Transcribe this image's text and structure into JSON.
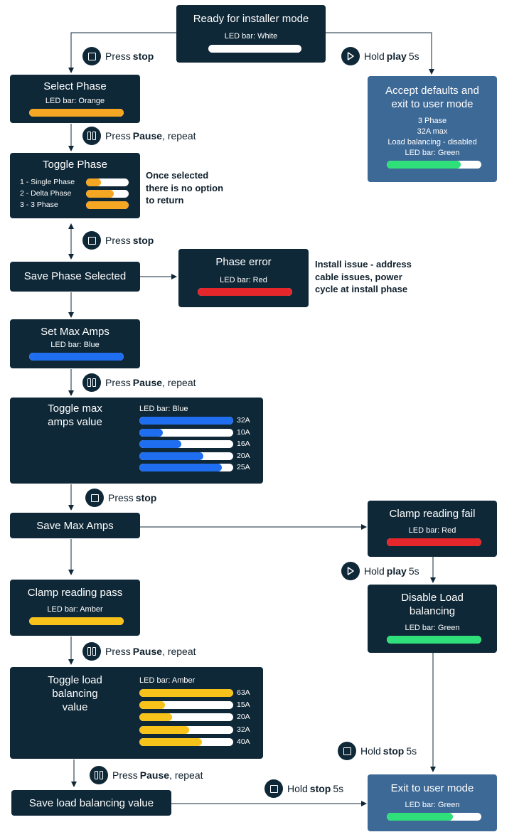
{
  "colors": {
    "white": "#ffffff",
    "orange": "#f5a623",
    "red": "#e5262b",
    "blue": "#1f6ef0",
    "green": "#2fe07a",
    "amber": "#f7c31a",
    "dark": "#0f2837",
    "steel": "#3d6996"
  },
  "ready": {
    "title": "Ready for installer mode",
    "led": "LED bar: White"
  },
  "accept": {
    "title1": "Accept defaults and",
    "title2": "exit to user mode",
    "line1": "3 Phase",
    "line2": "32A max",
    "line3": "Load balancing - disabled",
    "led": "LED bar: Green"
  },
  "select_phase": {
    "title": "Select Phase",
    "led": "LED bar: Orange"
  },
  "toggle_phase": {
    "title": "Toggle Phase",
    "opts": [
      {
        "label": "1 - Single Phase",
        "fill": 0.35
      },
      {
        "label": "2 - Delta Phase",
        "fill": 0.65
      },
      {
        "label": "3 - 3 Phase",
        "fill": 1.0
      }
    ]
  },
  "toggle_note": {
    "l1": "Once selected",
    "l2": "there is no option",
    "l3": "to return"
  },
  "save_phase": {
    "title": "Save Phase Selected"
  },
  "phase_error": {
    "title": "Phase error",
    "led": "LED bar: Red"
  },
  "install_note": {
    "l1": "Install issue - address",
    "l2": "cable issues, power",
    "l3": "cycle at install phase"
  },
  "set_max": {
    "title": "Set Max Amps",
    "led": "LED bar: Blue"
  },
  "toggle_max": {
    "t1": "Toggle max",
    "t2": "amps value",
    "led": "LED bar: Blue",
    "items": [
      {
        "label": "32A",
        "fill": 1.0
      },
      {
        "label": "10A",
        "fill": 0.25
      },
      {
        "label": "16A",
        "fill": 0.45
      },
      {
        "label": "20A",
        "fill": 0.68
      },
      {
        "label": "25A",
        "fill": 0.88
      }
    ]
  },
  "save_max": {
    "title": "Save Max Amps"
  },
  "clamp_fail": {
    "title": "Clamp reading fail",
    "led": "LED bar: Red"
  },
  "disable_lb": {
    "t1": "Disable Load",
    "t2": "balancing",
    "led": "LED bar: Green"
  },
  "clamp_pass": {
    "title": "Clamp reading pass",
    "led": "LED bar: Amber"
  },
  "toggle_lb": {
    "t1": "Toggle load",
    "t2": "balancing",
    "t3": "value",
    "led": "LED bar: Amber",
    "items": [
      {
        "label": "63A",
        "fill": 1.0
      },
      {
        "label": "15A",
        "fill": 0.27
      },
      {
        "label": "20A",
        "fill": 0.35
      },
      {
        "label": "32A",
        "fill": 0.53
      },
      {
        "label": "40A",
        "fill": 0.67
      }
    ]
  },
  "save_lb": {
    "title": "Save load balancing value"
  },
  "exit_user": {
    "title": "Exit to user mode",
    "led": "LED bar: Green"
  },
  "actions": {
    "a1": {
      "pre": "Press",
      "key": "stop",
      "post": ""
    },
    "a2": {
      "pre": "Hold",
      "key": "play",
      "post": "5s"
    },
    "a3": {
      "pre": "Press",
      "key": "Pause",
      "post": ", repeat"
    },
    "a4": {
      "pre": "Press",
      "key": "stop",
      "post": ""
    },
    "a5": {
      "pre": "Press",
      "key": "Pause",
      "post": ", repeat"
    },
    "a6": {
      "pre": "Press",
      "key": "stop",
      "post": ""
    },
    "a7": {
      "pre": "Hold",
      "key": "play",
      "post": "5s"
    },
    "a8": {
      "pre": "Press",
      "key": "Pause",
      "post": ", repeat"
    },
    "a9": {
      "pre": "Hold",
      "key": "stop",
      "post": "5s"
    },
    "a10": {
      "pre": "Press",
      "key": "Pause",
      "post": ", repeat"
    },
    "a11": {
      "pre": "Hold",
      "key": "stop",
      "post": "5s"
    }
  }
}
